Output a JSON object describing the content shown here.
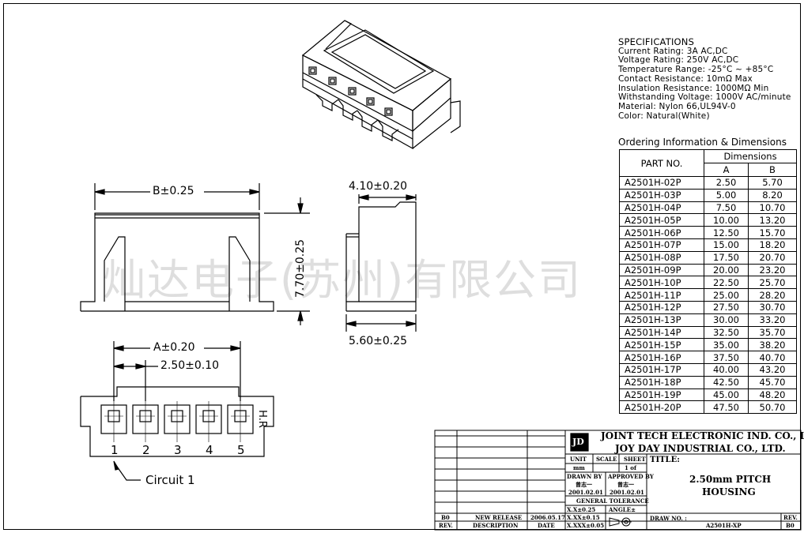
{
  "specifications": {
    "heading": "SPECIFICATIONS",
    "lines": [
      "Current Rating: 3A AC,DC",
      "Voltage Rating: 250V AC,DC",
      "Temperature Range: -25°C ~ +85°C",
      "Contact Resistance: 10mΩ Max",
      "Insulation Resistance: 1000MΩ Min",
      "Withstanding Voltage: 1000V AC/minute",
      "Material: Nylon 66,UL94V-0",
      "Color: Natural(White)"
    ]
  },
  "ordering": {
    "title": "Ordering Information & Dimensions",
    "header_part": "PART NO.",
    "header_dims": "Dimensions",
    "header_a": "A",
    "header_b": "B",
    "rows": [
      [
        "A2501H-02P",
        "2.50",
        "5.70"
      ],
      [
        "A2501H-03P",
        "5.00",
        "8.20"
      ],
      [
        "A2501H-04P",
        "7.50",
        "10.70"
      ],
      [
        "A2501H-05P",
        "10.00",
        "13.20"
      ],
      [
        "A2501H-06P",
        "12.50",
        "15.70"
      ],
      [
        "A2501H-07P",
        "15.00",
        "18.20"
      ],
      [
        "A2501H-08P",
        "17.50",
        "20.70"
      ],
      [
        "A2501H-09P",
        "20.00",
        "23.20"
      ],
      [
        "A2501H-10P",
        "22.50",
        "25.70"
      ],
      [
        "A2501H-11P",
        "25.00",
        "28.20"
      ],
      [
        "A2501H-12P",
        "27.50",
        "30.70"
      ],
      [
        "A2501H-13P",
        "30.00",
        "33.20"
      ],
      [
        "A2501H-14P",
        "32.50",
        "35.70"
      ],
      [
        "A2501H-15P",
        "35.00",
        "38.20"
      ],
      [
        "A2501H-16P",
        "37.50",
        "40.70"
      ],
      [
        "A2501H-17P",
        "40.00",
        "43.20"
      ],
      [
        "A2501H-18P",
        "42.50",
        "45.70"
      ],
      [
        "A2501H-19P",
        "45.00",
        "48.20"
      ],
      [
        "A2501H-20P",
        "47.50",
        "50.70"
      ]
    ]
  },
  "dimensions": {
    "b_width": "B±0.25",
    "height": "7.70±0.25",
    "top_depth": "4.10±0.20",
    "bottom_depth": "5.60±0.25",
    "a_width": "A±0.20",
    "pitch": "2.50±0.10",
    "hr": "H.R",
    "circuit_label": "Circuit 1",
    "pins": [
      "1",
      "2",
      "3",
      "4",
      "5"
    ]
  },
  "watermark": "灿达电子(苏州)有限公司",
  "title_block": {
    "company1": "JOINT TECH ELECTRONIC IND. CO., LTD.",
    "company2": "JOY DAY INDUSTRIAL CO., LTD.",
    "logo": "JD",
    "unit_label": "UNIT",
    "unit_value": "mm",
    "scale_label": "SCALE",
    "sheet_label": "SHEET",
    "sheet_value": "1 of",
    "title_label": "TITLE:",
    "title_line1": "2.50mm PITCH",
    "title_line2": "HOUSING",
    "drawn_by": "DRAWN BY",
    "drawn_name": "曾志一",
    "drawn_date": "2001.02.01",
    "approved_by": "APPROVED BY",
    "approved_name": "曾志一",
    "approved_date": "2001.02.01",
    "gen_tol": "GENERAL TOLERANCE",
    "tol1": "X.X±0.25",
    "tol2": "X.XX±0.15",
    "tol3": "X.XXX±0.05",
    "angle": "ANGLE±",
    "draw_no_label": "DRAW NO. :",
    "draw_no": "A2501H-XP",
    "rev_label": "REV.",
    "rev_value": "B0",
    "rev_row": [
      "B0",
      "NEW RELEASE",
      "2006.05.17"
    ],
    "rev_header": [
      "REV.",
      "DESCRIPTION",
      "DATE"
    ]
  },
  "colors": {
    "line": "#000000",
    "watermark": "#bbbbbb"
  }
}
